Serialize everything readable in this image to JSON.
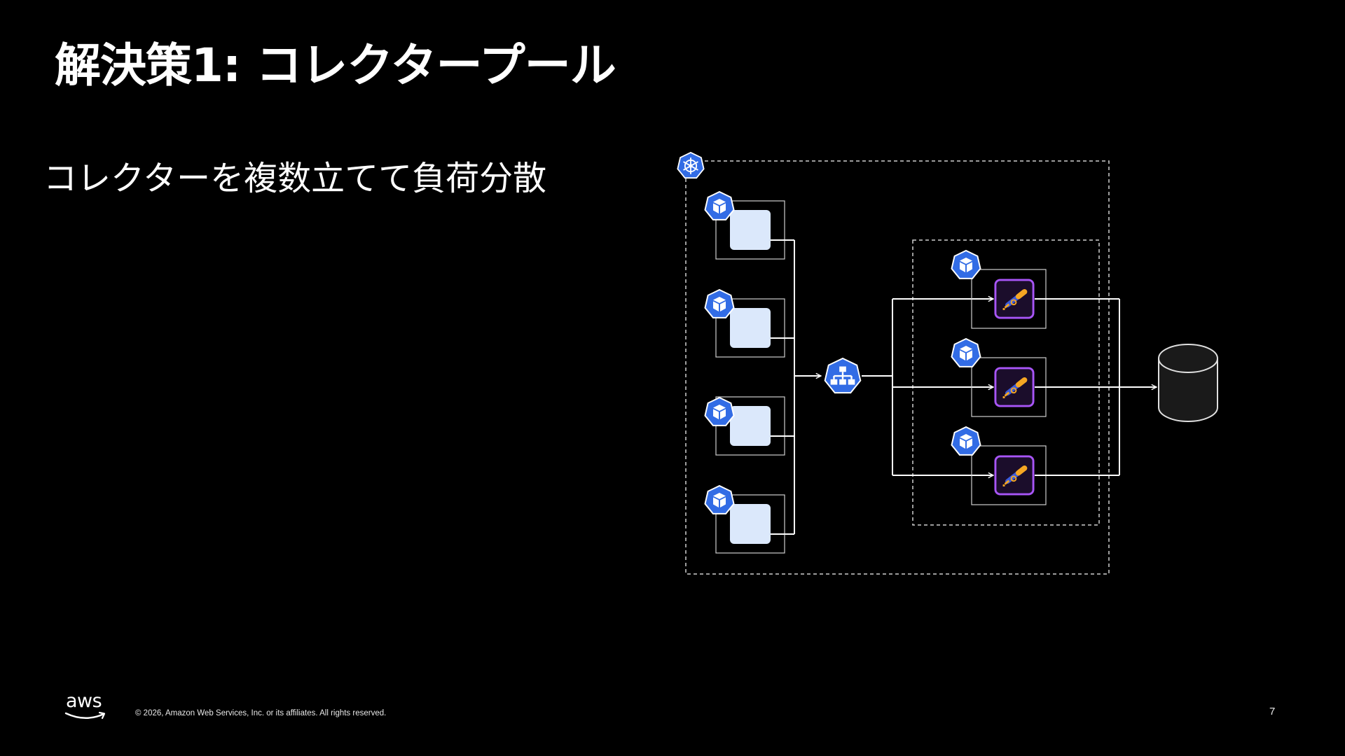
{
  "slide": {
    "title": "解決策1: コレクタープール",
    "bullet": "コレクターを複数立てて負荷分散"
  },
  "diagram": {
    "cluster_icon": "kubernetes-icon",
    "source_pods": 4,
    "source_pod_icon": "pod-icon",
    "source_app_icon": "app-container",
    "load_balancer_icon": "kubernetes-service-icon",
    "collector_pods": 3,
    "collector_icon": "telescope-icon",
    "storage_icon": "database-cylinder-icon"
  },
  "footer": {
    "logo_text": "aws",
    "copyright": "© 2026, Amazon Web Services, Inc. or its affiliates. All rights reserved.",
    "page_number": "7"
  },
  "colors": {
    "background": "#000000",
    "k8s_blue": "#326ce5",
    "app_fill": "#dbe8fb",
    "collector_border": "#a855f7",
    "telescope_orange": "#f5a623",
    "telescope_blue": "#3b5bdb"
  }
}
